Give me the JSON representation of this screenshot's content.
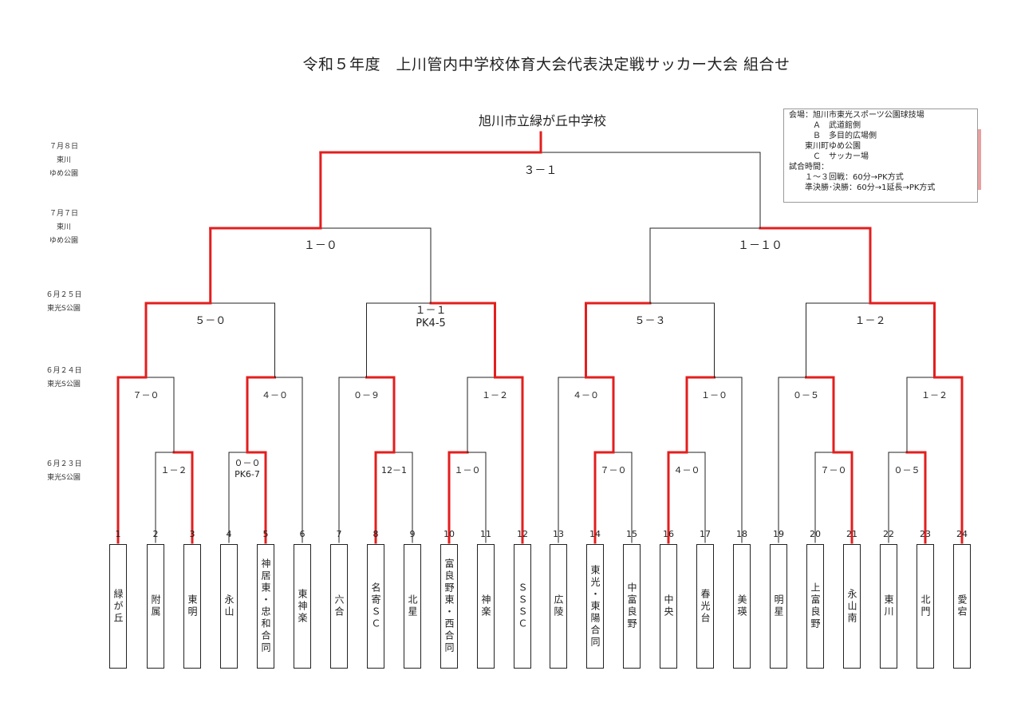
{
  "title": "令和５年度　上川管内中学校体育大会代表決定戦サッカー大会 組合せ",
  "winner": "旭川市立緑が丘中学校",
  "venue_info": [
    "会場：旭川市東光スポーツ公園球技場",
    "　　　Ａ　武道館側",
    "　　　Ｂ　多目的広場側",
    "　　東川町ゆめ公園",
    "　　　Ｃ　サッカー場",
    "試合時間：",
    "　　１～３回戦：60分→PK方式",
    "　　準決勝･決勝：60分→1延長→PK方式"
  ],
  "round_dates": [
    {
      "date": "７月８日",
      "place": "東川\nゆめ公園"
    },
    {
      "date": "７月７日",
      "place": "東川\nゆめ公園"
    },
    {
      "date": "６月２５日",
      "place": "東光S公園"
    },
    {
      "date": "６月２４日",
      "place": "東光S公園"
    },
    {
      "date": "６月２３日",
      "place": "東光S公園"
    }
  ],
  "teams": [
    {
      "seed": "1",
      "name": "緑が丘"
    },
    {
      "seed": "2",
      "name": "附属"
    },
    {
      "seed": "3",
      "name": "東明"
    },
    {
      "seed": "4",
      "name": "永山"
    },
    {
      "seed": "5",
      "name": "神居東・忠和合同"
    },
    {
      "seed": "6",
      "name": "東神楽"
    },
    {
      "seed": "7",
      "name": "六合"
    },
    {
      "seed": "8",
      "name": "名寄ＳＣ"
    },
    {
      "seed": "9",
      "name": "北星"
    },
    {
      "seed": "10",
      "name": "富良野東・西合同"
    },
    {
      "seed": "11",
      "name": "神楽"
    },
    {
      "seed": "12",
      "name": "ＳＳＳＣ"
    },
    {
      "seed": "13",
      "name": "広陵"
    },
    {
      "seed": "14",
      "name": "東光・東陽合同"
    },
    {
      "seed": "15",
      "name": "中富良野"
    },
    {
      "seed": "16",
      "name": "中央"
    },
    {
      "seed": "17",
      "name": "春光台"
    },
    {
      "seed": "18",
      "name": "美瑛"
    },
    {
      "seed": "19",
      "name": "明星"
    },
    {
      "seed": "20",
      "name": "上富良野"
    },
    {
      "seed": "21",
      "name": "永山南"
    },
    {
      "seed": "22",
      "name": "東川"
    },
    {
      "seed": "23",
      "name": "北門"
    },
    {
      "seed": "24",
      "name": "愛宕"
    }
  ],
  "scores": {
    "final": "３－１",
    "sf_left": "１－０",
    "sf_right": "１－１０",
    "qf1": "５－０",
    "qf2": "１－１\nPK4-5",
    "qf3": "５－３",
    "qf4": "１－２",
    "r2_1": "７－０",
    "r2_2": "４－０",
    "r2_3": "０－９",
    "r2_4": "１－２",
    "r2_5": "４－０",
    "r2_6": "１－０",
    "r2_7": "０－５",
    "r2_8": "１－２",
    "r1_1": "１－２",
    "r1_2": "０－０\nPK6-7",
    "r1_3": "12－1",
    "r1_4": "１－０",
    "r1_5": "７－０",
    "r1_6": "４－０",
    "r1_7": "７－０",
    "r1_8": "０－５"
  },
  "colors": {
    "win_line": "#e31e1e",
    "line": "#222222"
  }
}
